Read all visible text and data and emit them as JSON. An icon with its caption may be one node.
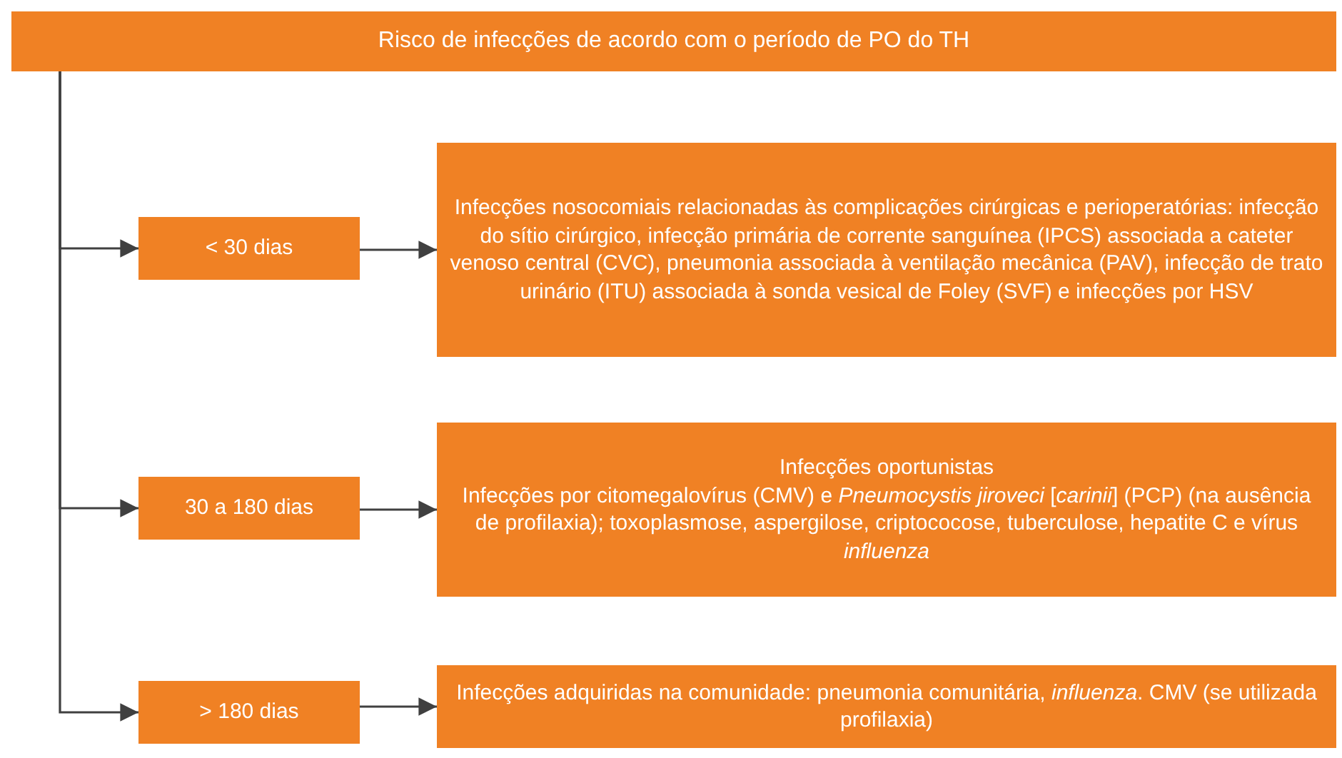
{
  "diagram": {
    "nodes": [
      {
        "text": [
          "Risco de infecções de acordo com o período de PO do TH"
        ]
      },
      {
        "text": [
          "< 30 dias"
        ]
      },
      {
        "text": [
          "Infecções nosocomiais relacionadas às complicações cirúrgicas e perioperatórias: infecção do sítio cirúrgico, infecção primária de corrente sanguínea (IPCS) associada a cateter venoso central (CVC), pneumonia associada à ventilação mecânica (PAV), infecção de trato urinário (ITU) associada à sonda vesical de Foley (SVF) e infecções por HSV"
        ]
      },
      {
        "text": [
          "30 a 180 dias"
        ]
      },
      {
        "text": [
          "Infecções oportunistas",
          "Infecções por citomegalovírus (CMV) e *Pneumocystis jiroveci* [*carinii*] (PCP) (na ausência de profilaxia); toxoplasmose, aspergilose, criptococose, tuberculose, hepatite C e vírus *influenza*"
        ]
      },
      {
        "text": [
          "> 180 dias"
        ]
      },
      {
        "text": [
          "Infecções adquiridas na comunidade: pneumonia comunitária, *influenza*. CMV (se utilizada profilaxia)"
        ]
      }
    ],
    "edges": [
      {
        "from": 0,
        "to": 1,
        "arrow": "to"
      },
      {
        "from": 0,
        "to": 3,
        "arrow": "to"
      },
      {
        "from": 0,
        "to": 5,
        "arrow": "to"
      },
      {
        "from": 1,
        "to": 2,
        "arrow": "to"
      },
      {
        "from": 3,
        "to": 4,
        "arrow": "to"
      },
      {
        "from": 5,
        "to": 6,
        "arrow": "to"
      }
    ]
  }
}
